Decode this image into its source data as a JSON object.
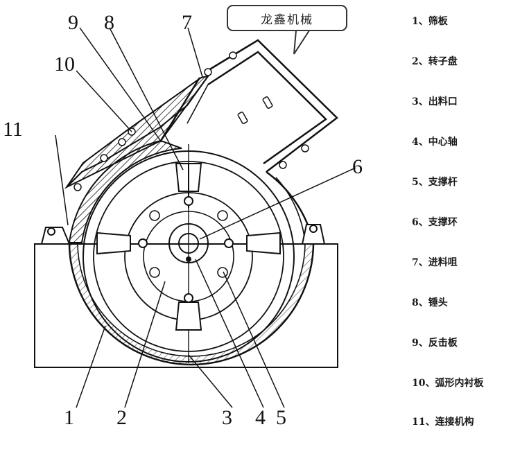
{
  "brand_label": "龙鑫机械",
  "callout_numbers": [
    "1",
    "2",
    "3",
    "4",
    "5",
    "6",
    "7",
    "8",
    "9",
    "10",
    "11"
  ],
  "legend": [
    "1、筛板",
    "2、转子盘",
    "3、出料口",
    "4、中心轴",
    "5、支撑杆",
    "6、支撑环",
    "7、进料咀",
    "8、锤头",
    "9、反击板",
    "10、弧形内衬板",
    "11、连接机构"
  ],
  "colors": {
    "line": "#111111",
    "background": "#ffffff"
  }
}
